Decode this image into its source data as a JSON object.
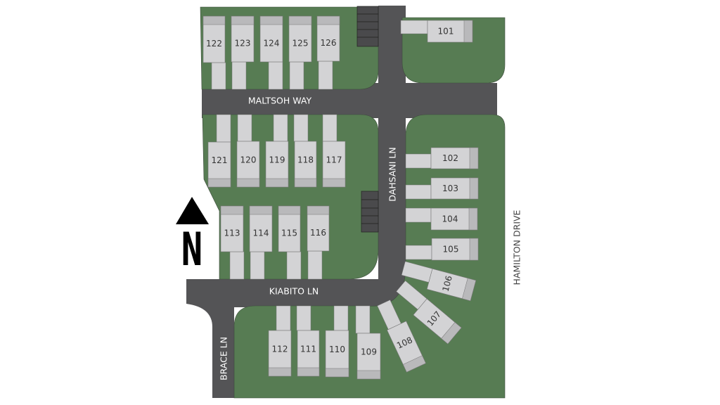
{
  "map": {
    "streets": {
      "maltsoh": "MALTSOH WAY",
      "dahsani": "DAHSANI LN",
      "kiabito": "KIABITO LN",
      "brace": "BRACE LN",
      "hamilton": "HAMILTON DRIVE"
    },
    "north_label": "N",
    "lots": [
      "101",
      "102",
      "103",
      "104",
      "105",
      "106",
      "107",
      "108",
      "109",
      "110",
      "111",
      "112",
      "113",
      "114",
      "115",
      "116",
      "117",
      "118",
      "119",
      "120",
      "121",
      "122",
      "123",
      "124",
      "125",
      "126"
    ],
    "colors": {
      "grass": "#577c53",
      "road": "#545456",
      "lot": "#d3d3d5",
      "cap": "#b9b9bb"
    }
  }
}
